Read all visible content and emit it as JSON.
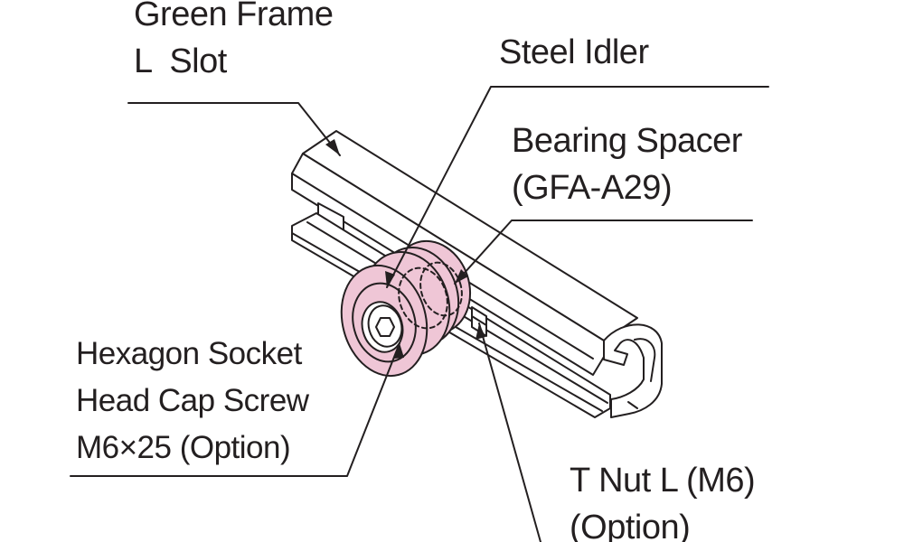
{
  "labels": {
    "green_frame": {
      "line1": "Green Frame",
      "line2": "L  Slot"
    },
    "steel_idler": {
      "line1": "Steel Idler"
    },
    "bearing_spacer": {
      "line1": "Bearing Spacer",
      "line2": "(GFA-A29)"
    },
    "screw": {
      "line1": "Hexagon Socket",
      "line2": "Head Cap Screw",
      "line3": "M6×25 (Option)"
    },
    "t_nut": {
      "line1": "T Nut L (M6)",
      "line2": "(Option)"
    }
  },
  "colors": {
    "line": "#231f20",
    "idler_fill": "#efc6d6",
    "frame_fill": "#ffffff"
  }
}
